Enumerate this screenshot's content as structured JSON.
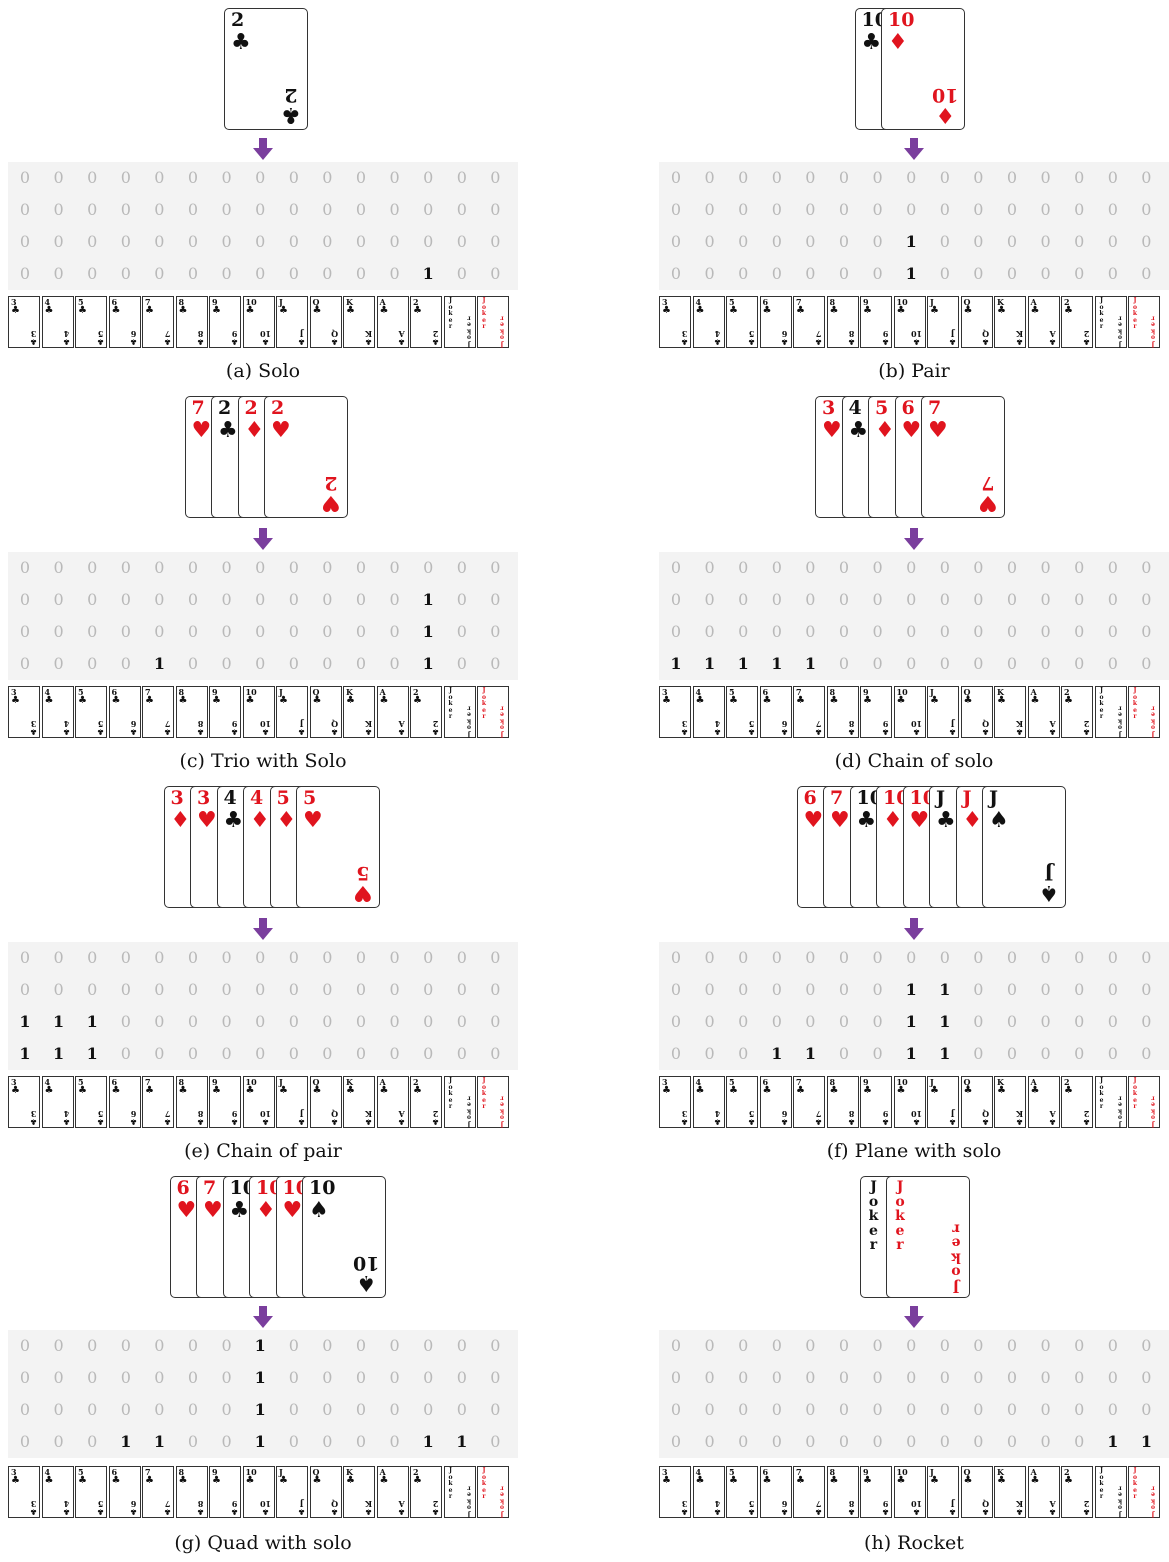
{
  "strip_ranks": [
    "3",
    "4",
    "5",
    "6",
    "7",
    "8",
    "9",
    "10",
    "J",
    "Q",
    "K",
    "A",
    "2",
    "Joker",
    "Joker"
  ],
  "panels": [
    {
      "caption": "(a) Solo",
      "cards": [
        {
          "rank": "2",
          "suit": "♣",
          "color": "black"
        }
      ],
      "matrix": [
        [
          0,
          0,
          0,
          0,
          0,
          0,
          0,
          0,
          0,
          0,
          0,
          0,
          0,
          0,
          0
        ],
        [
          0,
          0,
          0,
          0,
          0,
          0,
          0,
          0,
          0,
          0,
          0,
          0,
          0,
          0,
          0
        ],
        [
          0,
          0,
          0,
          0,
          0,
          0,
          0,
          0,
          0,
          0,
          0,
          0,
          0,
          0,
          0
        ],
        [
          0,
          0,
          0,
          0,
          0,
          0,
          0,
          0,
          0,
          0,
          0,
          0,
          1,
          0,
          0
        ]
      ]
    },
    {
      "caption": "(b) Pair",
      "cards": [
        {
          "rank": "10",
          "suit": "♣",
          "color": "black"
        },
        {
          "rank": "10",
          "suit": "♦",
          "color": "red"
        }
      ],
      "matrix": [
        [
          0,
          0,
          0,
          0,
          0,
          0,
          0,
          0,
          0,
          0,
          0,
          0,
          0,
          0,
          0
        ],
        [
          0,
          0,
          0,
          0,
          0,
          0,
          0,
          0,
          0,
          0,
          0,
          0,
          0,
          0,
          0
        ],
        [
          0,
          0,
          0,
          0,
          0,
          0,
          0,
          1,
          0,
          0,
          0,
          0,
          0,
          0,
          0
        ],
        [
          0,
          0,
          0,
          0,
          0,
          0,
          0,
          1,
          0,
          0,
          0,
          0,
          0,
          0,
          0
        ]
      ]
    },
    {
      "caption": "(c) Trio with Solo",
      "cards": [
        {
          "rank": "7",
          "suit": "♥",
          "color": "red"
        },
        {
          "rank": "2",
          "suit": "♣",
          "color": "black"
        },
        {
          "rank": "2",
          "suit": "♦",
          "color": "red"
        },
        {
          "rank": "2",
          "suit": "♥",
          "color": "red"
        }
      ],
      "matrix": [
        [
          0,
          0,
          0,
          0,
          0,
          0,
          0,
          0,
          0,
          0,
          0,
          0,
          0,
          0,
          0
        ],
        [
          0,
          0,
          0,
          0,
          0,
          0,
          0,
          0,
          0,
          0,
          0,
          0,
          1,
          0,
          0
        ],
        [
          0,
          0,
          0,
          0,
          0,
          0,
          0,
          0,
          0,
          0,
          0,
          0,
          1,
          0,
          0
        ],
        [
          0,
          0,
          0,
          0,
          1,
          0,
          0,
          0,
          0,
          0,
          0,
          0,
          1,
          0,
          0
        ]
      ]
    },
    {
      "caption": "(d) Chain of solo",
      "cards": [
        {
          "rank": "3",
          "suit": "♥",
          "color": "red"
        },
        {
          "rank": "4",
          "suit": "♣",
          "color": "black"
        },
        {
          "rank": "5",
          "suit": "♦",
          "color": "red"
        },
        {
          "rank": "6",
          "suit": "♥",
          "color": "red"
        },
        {
          "rank": "7",
          "suit": "♥",
          "color": "red"
        }
      ],
      "matrix": [
        [
          0,
          0,
          0,
          0,
          0,
          0,
          0,
          0,
          0,
          0,
          0,
          0,
          0,
          0,
          0
        ],
        [
          0,
          0,
          0,
          0,
          0,
          0,
          0,
          0,
          0,
          0,
          0,
          0,
          0,
          0,
          0
        ],
        [
          0,
          0,
          0,
          0,
          0,
          0,
          0,
          0,
          0,
          0,
          0,
          0,
          0,
          0,
          0
        ],
        [
          1,
          1,
          1,
          1,
          1,
          0,
          0,
          0,
          0,
          0,
          0,
          0,
          0,
          0,
          0
        ]
      ]
    },
    {
      "caption": "(e) Chain of pair",
      "cards": [
        {
          "rank": "3",
          "suit": "♦",
          "color": "red"
        },
        {
          "rank": "3",
          "suit": "♥",
          "color": "red"
        },
        {
          "rank": "4",
          "suit": "♣",
          "color": "black"
        },
        {
          "rank": "4",
          "suit": "♦",
          "color": "red"
        },
        {
          "rank": "5",
          "suit": "♦",
          "color": "red"
        },
        {
          "rank": "5",
          "suit": "♥",
          "color": "red"
        }
      ],
      "matrix": [
        [
          0,
          0,
          0,
          0,
          0,
          0,
          0,
          0,
          0,
          0,
          0,
          0,
          0,
          0,
          0
        ],
        [
          0,
          0,
          0,
          0,
          0,
          0,
          0,
          0,
          0,
          0,
          0,
          0,
          0,
          0,
          0
        ],
        [
          1,
          1,
          1,
          0,
          0,
          0,
          0,
          0,
          0,
          0,
          0,
          0,
          0,
          0,
          0
        ],
        [
          1,
          1,
          1,
          0,
          0,
          0,
          0,
          0,
          0,
          0,
          0,
          0,
          0,
          0,
          0
        ]
      ]
    },
    {
      "caption": "(f) Plane with solo",
      "cards": [
        {
          "rank": "6",
          "suit": "♥",
          "color": "red"
        },
        {
          "rank": "7",
          "suit": "♥",
          "color": "red"
        },
        {
          "rank": "10",
          "suit": "♣",
          "color": "black"
        },
        {
          "rank": "10",
          "suit": "♦",
          "color": "red"
        },
        {
          "rank": "10",
          "suit": "♥",
          "color": "red"
        },
        {
          "rank": "J",
          "suit": "♣",
          "color": "black"
        },
        {
          "rank": "J",
          "suit": "♦",
          "color": "red"
        },
        {
          "rank": "J",
          "suit": "♠",
          "color": "black"
        }
      ],
      "matrix": [
        [
          0,
          0,
          0,
          0,
          0,
          0,
          0,
          0,
          0,
          0,
          0,
          0,
          0,
          0,
          0
        ],
        [
          0,
          0,
          0,
          0,
          0,
          0,
          0,
          1,
          1,
          0,
          0,
          0,
          0,
          0,
          0
        ],
        [
          0,
          0,
          0,
          0,
          0,
          0,
          0,
          1,
          1,
          0,
          0,
          0,
          0,
          0,
          0
        ],
        [
          0,
          0,
          0,
          1,
          1,
          0,
          0,
          1,
          1,
          0,
          0,
          0,
          0,
          0,
          0
        ]
      ]
    },
    {
      "caption": "(g) Quad with solo",
      "cards": [
        {
          "rank": "6",
          "suit": "♥",
          "color": "red"
        },
        {
          "rank": "7",
          "suit": "♥",
          "color": "red"
        },
        {
          "rank": "10",
          "suit": "♣",
          "color": "black"
        },
        {
          "rank": "10",
          "suit": "♦",
          "color": "red"
        },
        {
          "rank": "10",
          "suit": "♥",
          "color": "red"
        },
        {
          "rank": "10",
          "suit": "♠",
          "color": "black"
        }
      ],
      "matrix": [
        [
          0,
          0,
          0,
          0,
          0,
          0,
          0,
          1,
          0,
          0,
          0,
          0,
          0,
          0,
          0
        ],
        [
          0,
          0,
          0,
          0,
          0,
          0,
          0,
          1,
          0,
          0,
          0,
          0,
          0,
          0,
          0
        ],
        [
          0,
          0,
          0,
          0,
          0,
          0,
          0,
          1,
          0,
          0,
          0,
          0,
          0,
          0,
          0
        ],
        [
          0,
          0,
          0,
          1,
          1,
          0,
          0,
          1,
          0,
          0,
          0,
          0,
          1,
          1,
          0
        ]
      ]
    },
    {
      "caption": "(h) Rocket",
      "cards": [
        {
          "rank": "Joker",
          "suit": "",
          "color": "black"
        },
        {
          "rank": "Joker",
          "suit": "",
          "color": "red"
        }
      ],
      "matrix": [
        [
          0,
          0,
          0,
          0,
          0,
          0,
          0,
          0,
          0,
          0,
          0,
          0,
          0,
          0,
          0
        ],
        [
          0,
          0,
          0,
          0,
          0,
          0,
          0,
          0,
          0,
          0,
          0,
          0,
          0,
          0,
          0
        ],
        [
          0,
          0,
          0,
          0,
          0,
          0,
          0,
          0,
          0,
          0,
          0,
          0,
          0,
          0,
          0
        ],
        [
          0,
          0,
          0,
          0,
          0,
          0,
          0,
          0,
          0,
          0,
          0,
          0,
          0,
          1,
          1
        ]
      ]
    }
  ],
  "colors": {
    "red": "#e0141e",
    "black": "#111111",
    "arrow": "#7a3e9d",
    "grid_bg": "#f3f3f3",
    "zero": "#b9b9b9"
  }
}
